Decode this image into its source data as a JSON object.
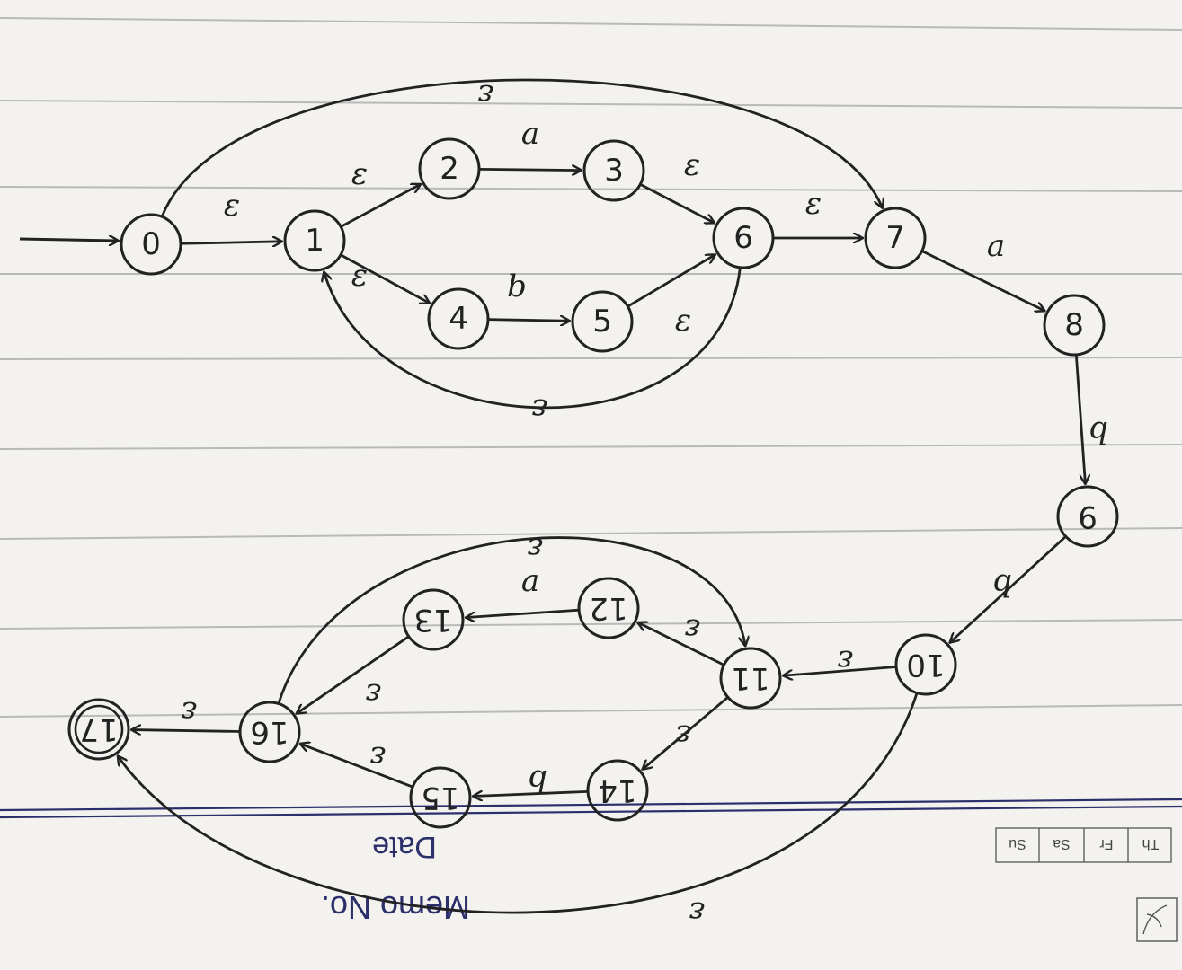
{
  "diagram": {
    "states": [
      {
        "id": "0",
        "label": "0"
      },
      {
        "id": "1",
        "label": "1"
      },
      {
        "id": "2",
        "label": "2"
      },
      {
        "id": "3",
        "label": "3"
      },
      {
        "id": "4",
        "label": "4"
      },
      {
        "id": "5",
        "label": "5"
      },
      {
        "id": "6",
        "label": "6"
      },
      {
        "id": "7",
        "label": "7"
      },
      {
        "id": "8",
        "label": "8"
      },
      {
        "id": "9",
        "label": "9"
      },
      {
        "id": "10",
        "label": "10"
      },
      {
        "id": "11",
        "label": "11"
      },
      {
        "id": "12",
        "label": "12"
      },
      {
        "id": "13",
        "label": "13"
      },
      {
        "id": "14",
        "label": "14"
      },
      {
        "id": "15",
        "label": "15"
      },
      {
        "id": "16",
        "label": "16"
      },
      {
        "id": "17",
        "label": "17",
        "accepting": true
      }
    ],
    "start_state": "0",
    "transitions": [
      {
        "from": "0",
        "to": "1",
        "label": "ε"
      },
      {
        "from": "1",
        "to": "2",
        "label": "ε"
      },
      {
        "from": "1",
        "to": "4",
        "label": "ε"
      },
      {
        "from": "2",
        "to": "3",
        "label": "a"
      },
      {
        "from": "4",
        "to": "5",
        "label": "b"
      },
      {
        "from": "3",
        "to": "6",
        "label": "ε"
      },
      {
        "from": "5",
        "to": "6",
        "label": "ε"
      },
      {
        "from": "6",
        "to": "1",
        "label": "ε"
      },
      {
        "from": "6",
        "to": "7",
        "label": "ε"
      },
      {
        "from": "0",
        "to": "7",
        "label": "ε"
      },
      {
        "from": "7",
        "to": "8",
        "label": "a"
      },
      {
        "from": "8",
        "to": "9",
        "label": "b"
      },
      {
        "from": "9",
        "to": "10",
        "label": "b"
      },
      {
        "from": "10",
        "to": "11",
        "label": "ε"
      },
      {
        "from": "11",
        "to": "12",
        "label": "ε"
      },
      {
        "from": "11",
        "to": "14",
        "label": "ε"
      },
      {
        "from": "12",
        "to": "13",
        "label": "a"
      },
      {
        "from": "14",
        "to": "15",
        "label": "b"
      },
      {
        "from": "13",
        "to": "16",
        "label": "ε"
      },
      {
        "from": "15",
        "to": "16",
        "label": "ε"
      },
      {
        "from": "16",
        "to": "11",
        "label": "ε"
      },
      {
        "from": "16",
        "to": "17",
        "label": "ε"
      },
      {
        "from": "10",
        "to": "17",
        "label": "ε"
      }
    ]
  },
  "printed_paper": {
    "memo": "Memo No.",
    "date": "Date",
    "weekdays": [
      "Th",
      "Fr",
      "Sa",
      "Su"
    ]
  },
  "colors": {
    "ink": "#222222",
    "paper": "#f3f2ef",
    "rule_line": "#b9b9b9",
    "printed_text": "#2b2f6a"
  }
}
